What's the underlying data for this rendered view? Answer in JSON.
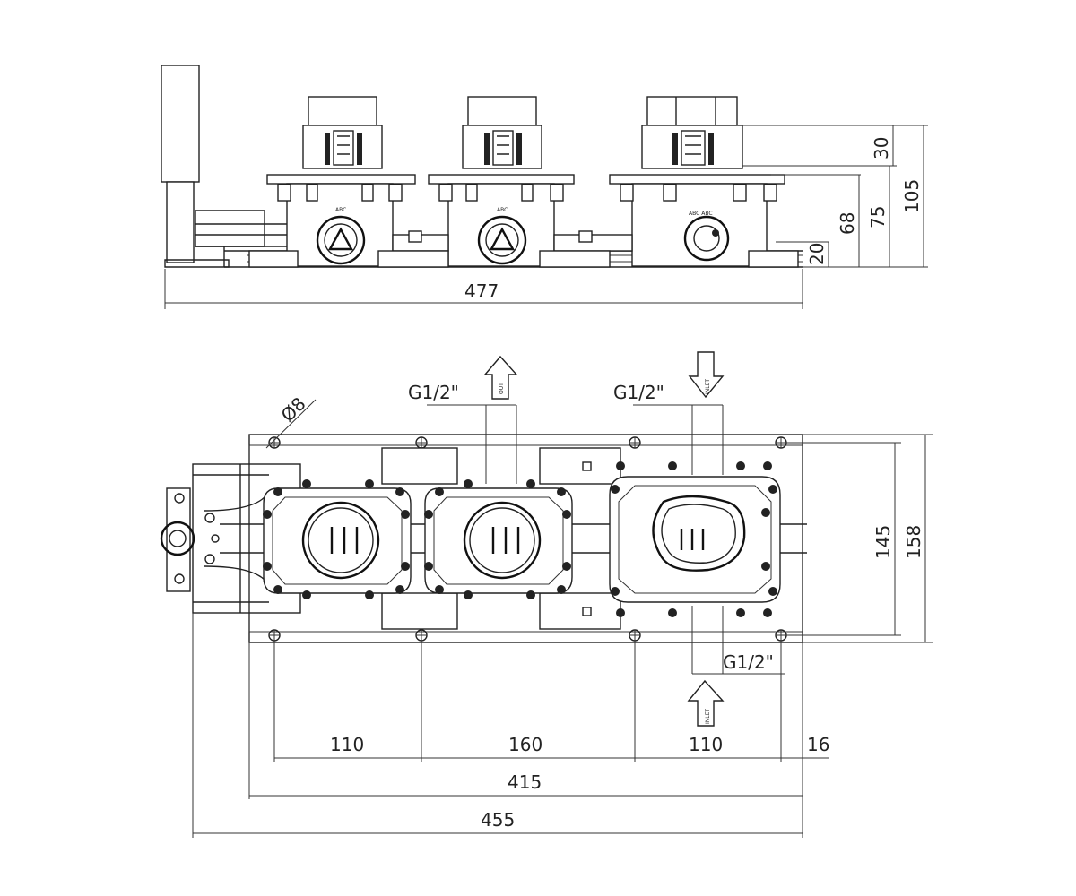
{
  "dimensions": {
    "side_view": {
      "width_total": "477",
      "height_30": "30",
      "height_105": "105",
      "height_75": "75",
      "height_68": "68",
      "height_20": "20"
    },
    "top_view": {
      "diameter_hole": "Ø8",
      "thread_out": "G1/2\"",
      "thread_in": "G1/2\"",
      "thread_bottom": "G1/2\"",
      "height_145": "145",
      "height_158": "158",
      "spacing_110_left": "110",
      "spacing_160": "160",
      "spacing_110_right": "110",
      "spacing_16": "16",
      "width_415": "415",
      "width_455": "455"
    }
  },
  "arrows": {
    "outlet_label": "OUT",
    "inlet_label_top": "INLET",
    "inlet_label_bottom": "INLET"
  },
  "colors": {
    "line": "#222222",
    "background": "#ffffff"
  }
}
